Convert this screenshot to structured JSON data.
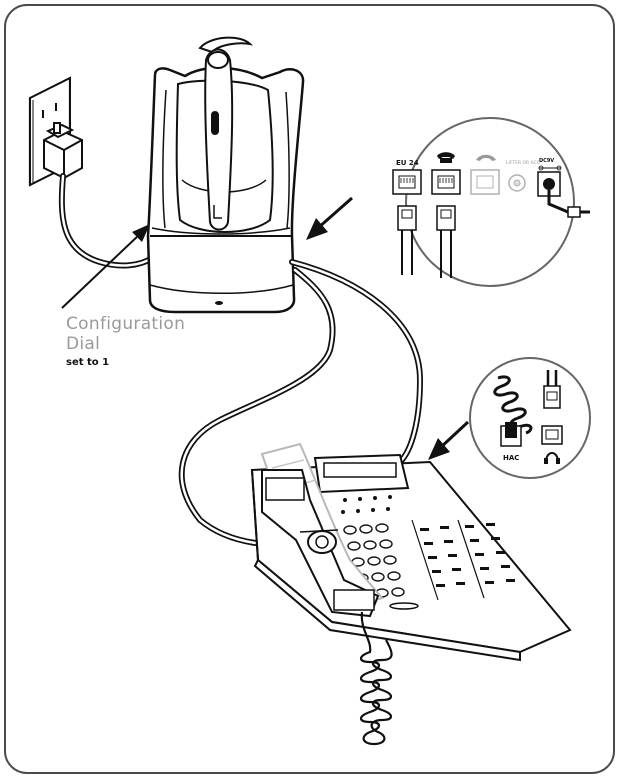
{
  "callout": {
    "line1": "Configuration",
    "line2": "Dial",
    "note": "set to 1"
  },
  "base_ports": {
    "eu24": "EU 24",
    "lifter": "LIFTER OR ACC",
    "dc": "DC9V"
  },
  "phone_ports": {
    "hac": "HAC"
  },
  "colors": {
    "frame": "#4a4a4a",
    "ink": "#111111",
    "callout_text": "#9a9a9a",
    "faded": "#bdbdbd"
  },
  "icons": {
    "phone_port": "telephone-icon",
    "handset_port": "handset-icon",
    "headset_port": "headphones-icon"
  }
}
